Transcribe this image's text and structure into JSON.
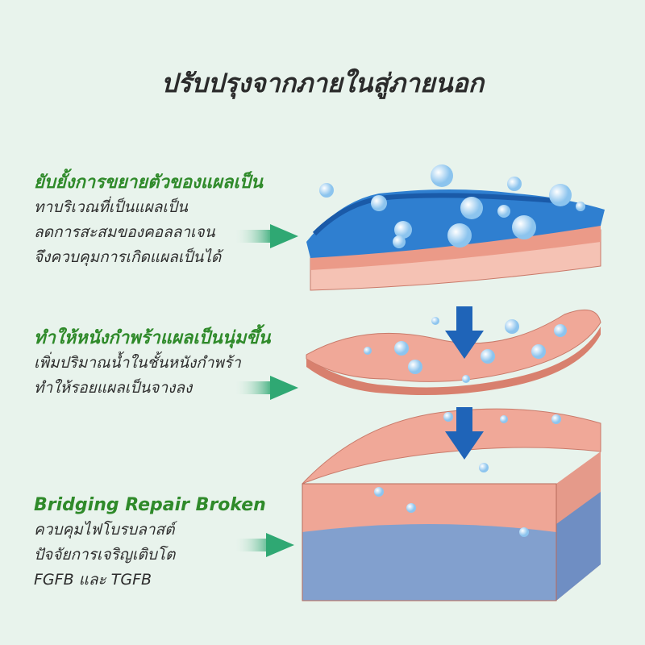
{
  "title": "ปรับปรุงจากภายในสู่ภายนอก",
  "sections": [
    {
      "heading": "ยับยั้งการขยายตัวของแผลเป็น",
      "lines": [
        "ทาบริเวณที่เป็นแผลเป็น",
        "ลดการสะสมของคอลลาเจน",
        "จึงควบคุมการเกิดแผลเป็นได้"
      ]
    },
    {
      "heading": "ทำให้หนังกำพร้าแผลเป็นนุ่มขึ้น",
      "lines": [
        "เพิ่มปริมาณน้ำในชั้นหนังกำพร้า",
        "ทำให้รอยแผลเป็นจางลง"
      ]
    },
    {
      "heading": "Bridging Repair Broken",
      "lines": [
        "ควบคุมไฟโบรบลาสต์",
        "ปัจจัยการเจริญเติบโต",
        "FGFB และ TGFB"
      ]
    }
  ],
  "colors": {
    "heading": "#2f8a2a",
    "background": "#e8f3ec",
    "arrow": "#3aa87a",
    "skin": "#f0a898",
    "gel": "#2f7fd0"
  }
}
